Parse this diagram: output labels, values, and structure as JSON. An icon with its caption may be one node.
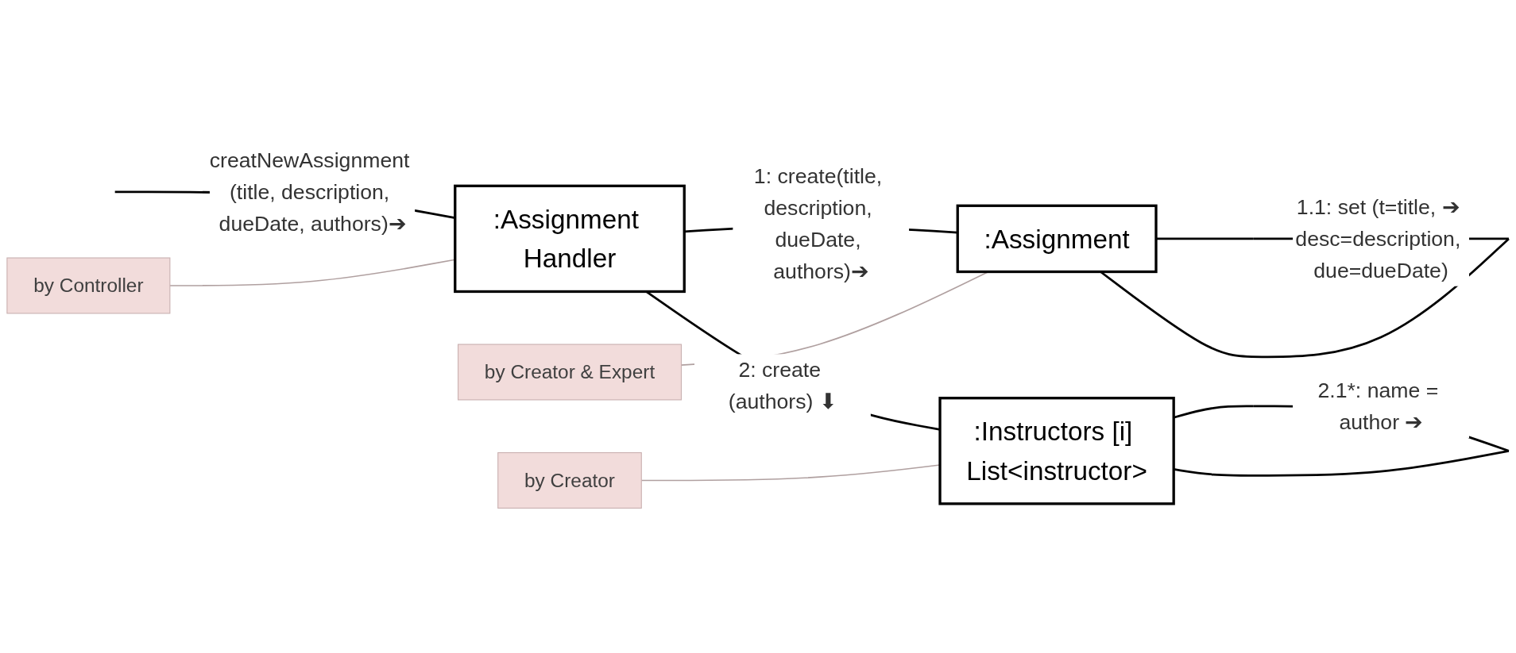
{
  "diagram": {
    "nodes": [
      {
        "text": [
          ":Assignment Handler"
        ]
      },
      {
        "text": [
          ":Assignment"
        ]
      },
      {
        "text": [
          ":Instructors [i] List<instructor>"
        ]
      },
      {
        "text": [
          "by Controller"
        ]
      },
      {
        "text": [
          "by Creator & Expert"
        ]
      },
      {
        "text": [
          "by Creator"
        ]
      }
    ],
    "edges": [
      {
        "from": null,
        "to": 0,
        "arrow": "none",
        "label": "creatNewAssignment (title, description, dueDate, authors)➔"
      },
      {
        "from": 0,
        "to": 1,
        "arrow": "none",
        "label": "1: create(title, description, dueDate, authors)➔"
      },
      {
        "from": 0,
        "to": 2,
        "arrow": "none",
        "label": "2: create (authors) ⬇"
      },
      {
        "from": 1,
        "to": 1,
        "arrow": "none",
        "label": "1.1: set (t=title, ➔ desc=description, due=dueDate)"
      },
      {
        "from": 2,
        "to": 2,
        "arrow": "none",
        "label": "2.1*: name = author ➔"
      },
      {
        "from": 3,
        "to": 0,
        "arrow": "none",
        "color": "#b0a0a0"
      },
      {
        "from": 4,
        "to": 1,
        "arrow": "none",
        "color": "#b0a0a0"
      },
      {
        "from": 5,
        "to": 2,
        "arrow": "none",
        "color": "#b0a0a0"
      }
    ]
  }
}
